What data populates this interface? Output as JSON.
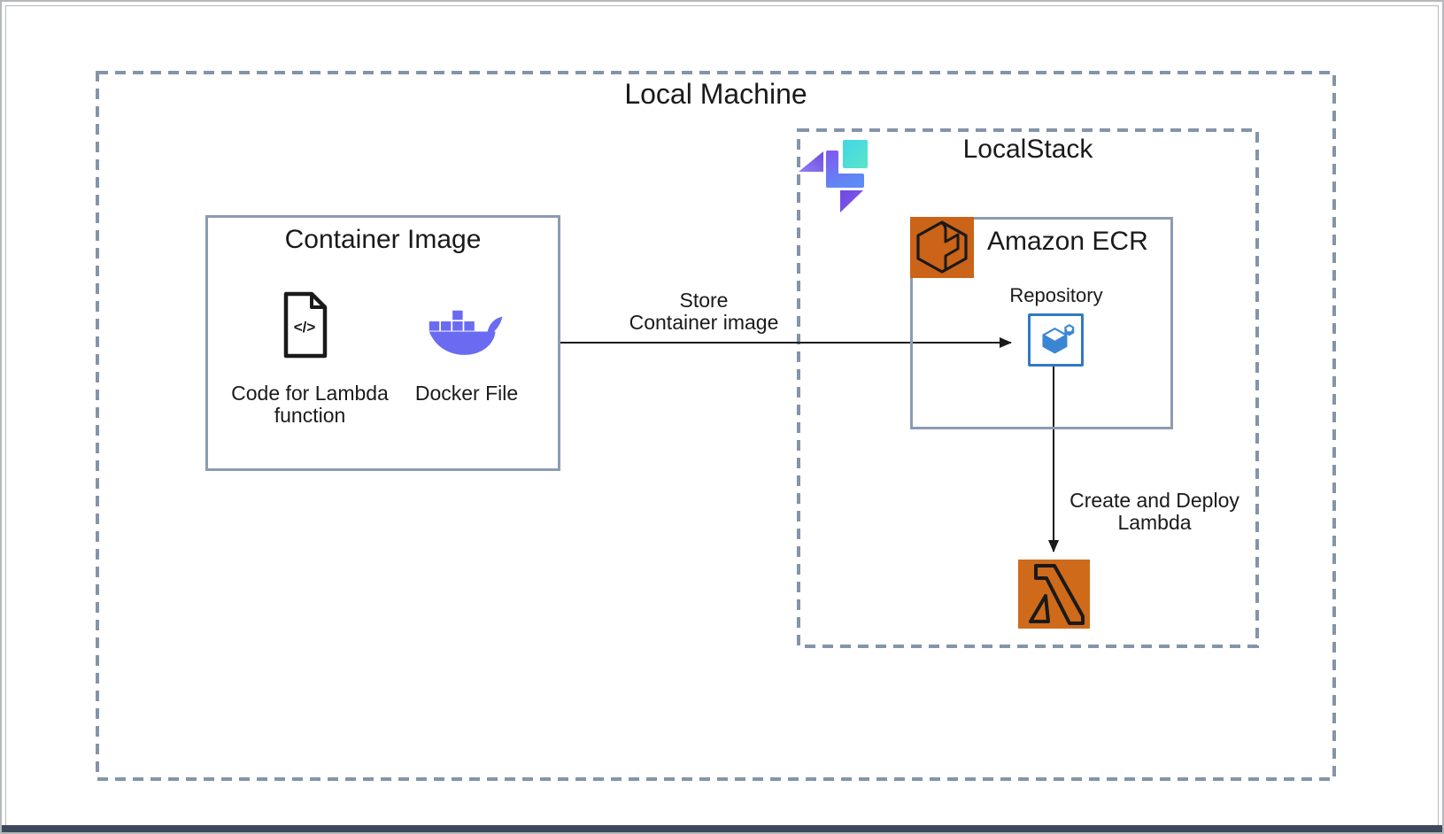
{
  "diagram": {
    "local_machine_title": "Local Machine",
    "container_image": {
      "title": "Container Image",
      "code_label": "Code for Lambda\nfunction",
      "docker_label": "Docker File"
    },
    "localstack_title": "LocalStack",
    "ecr": {
      "title": "Amazon ECR",
      "repository_label": "Repository"
    },
    "edges": {
      "store_label": "Store\nContainer image",
      "deploy_label": "Create and Deploy\nLambda"
    }
  },
  "icons": {
    "localstack_logo": "localstack-logo",
    "ecr_icon": "ecr-service-icon",
    "repository_icon": "ecr-repository-icon",
    "lambda_icon": "lambda-icon",
    "code_file_icon": "code-file-icon",
    "docker_icon": "docker-whale-icon"
  },
  "colors": {
    "text": "#1A1A1A",
    "dashed_border": "#8494A9",
    "solid_border": "#8B9CB3",
    "frame_gray": "#B5B8BB",
    "bottom_bar": "#3E4A5C",
    "ecr_orange": "#CB6318",
    "lambda_orange": "#CE6A1A",
    "docker_indigo": "#6B6BF2",
    "repo_blue": "#3079C6",
    "repo_glyph_blue": "#3B86D2",
    "ls_purple": "#6D4BE0",
    "ls_purple_light": "#9180F2",
    "ls_blue": "#5E8BF5",
    "ls_cyan": "#43D5E9",
    "ls_teal": "#59E6C7",
    "ls_violet": "#8257F0"
  }
}
